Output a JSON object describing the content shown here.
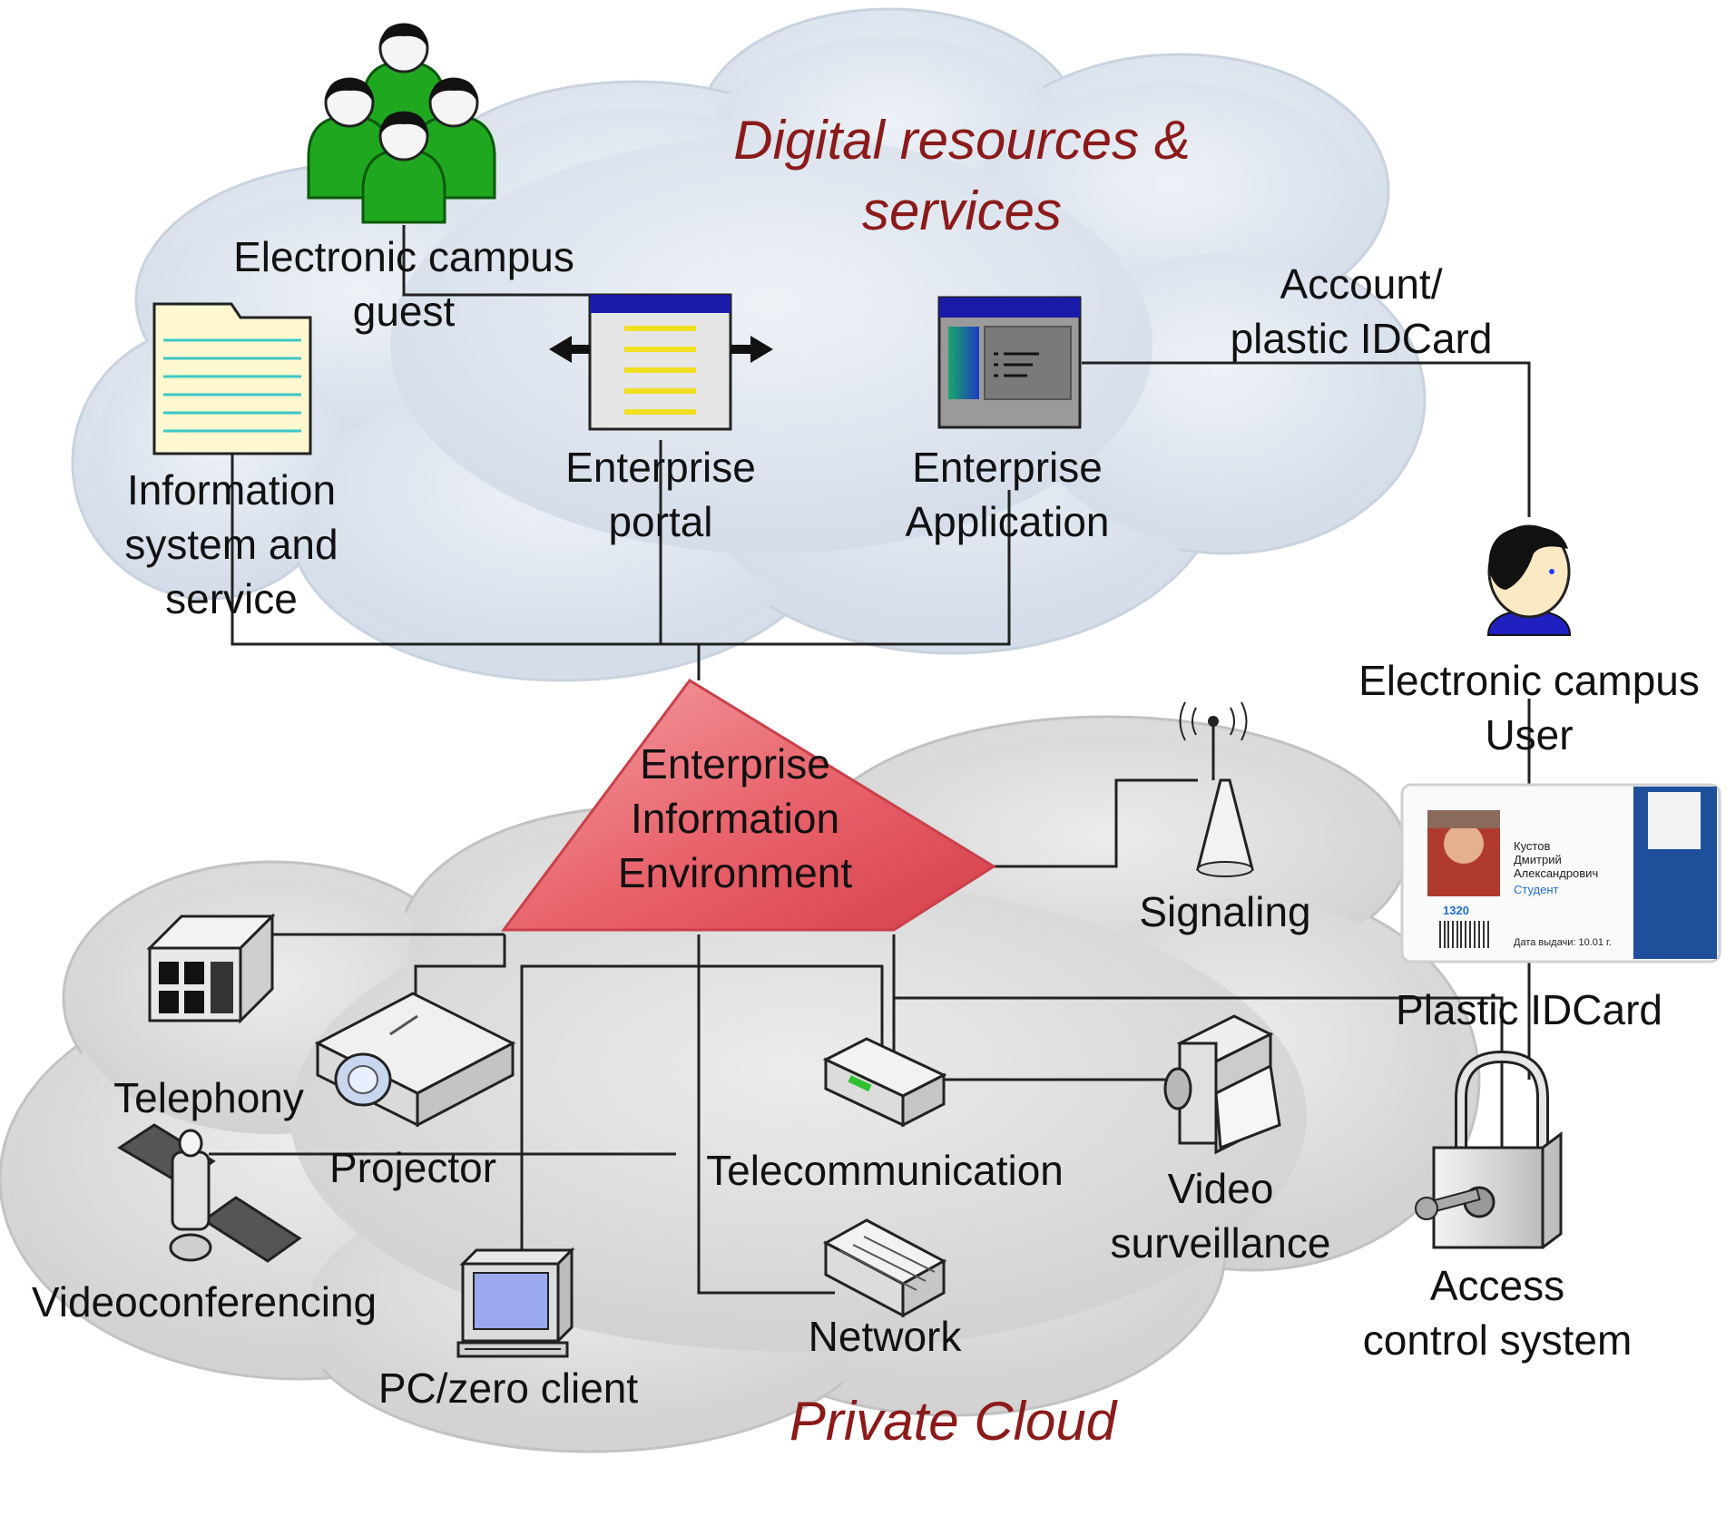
{
  "titles": {
    "digital_line1": "Digital resources &",
    "digital_line2": "services",
    "private_cloud": "Private Cloud"
  },
  "nodes": {
    "guest": [
      "Electronic campus",
      "guest"
    ],
    "info_system": [
      "Information",
      "system and",
      "service"
    ],
    "portal": [
      "Enterprise",
      "portal"
    ],
    "application": [
      "Enterprise",
      "Application"
    ],
    "account": [
      "Account/",
      "plastic IDCard"
    ],
    "user": [
      "Electronic campus",
      "User"
    ],
    "environment": [
      "Enterprise",
      "Information",
      "Environment"
    ],
    "signaling": "Signaling",
    "plastic_idcard": "Plastic IDCard",
    "telephony": "Telephony",
    "projector": "Projector",
    "telecommunication": "Telecommunication",
    "video": [
      "Video",
      "surveillance"
    ],
    "videoconferencing": "Videoconferencing",
    "pc": "PC/zero client",
    "network": "Network",
    "access": [
      "Access",
      "control system"
    ]
  },
  "id_card": {
    "name_lines": [
      "Кустов",
      "Дмитрий",
      "Александрович"
    ],
    "role": "Студент",
    "number": "1320",
    "issue": "Дата выдачи: 10.01 г."
  },
  "colors": {
    "title": "#8b1a1a",
    "cloud": "#dde5ee",
    "private_cloud": "#d9d9d9",
    "triangle": "#e8616a",
    "people": "#1fa81f",
    "window_bar": "#1a1aa8"
  },
  "icons": [
    "people-group-icon",
    "document-icon",
    "portal-window-icon",
    "application-window-icon",
    "user-head-icon",
    "antenna-icon",
    "id-card-icon",
    "server-icon",
    "projector-icon",
    "router-icon",
    "camera-icon",
    "satellite-icon",
    "pc-icon",
    "switch-icon",
    "padlock-icon"
  ]
}
